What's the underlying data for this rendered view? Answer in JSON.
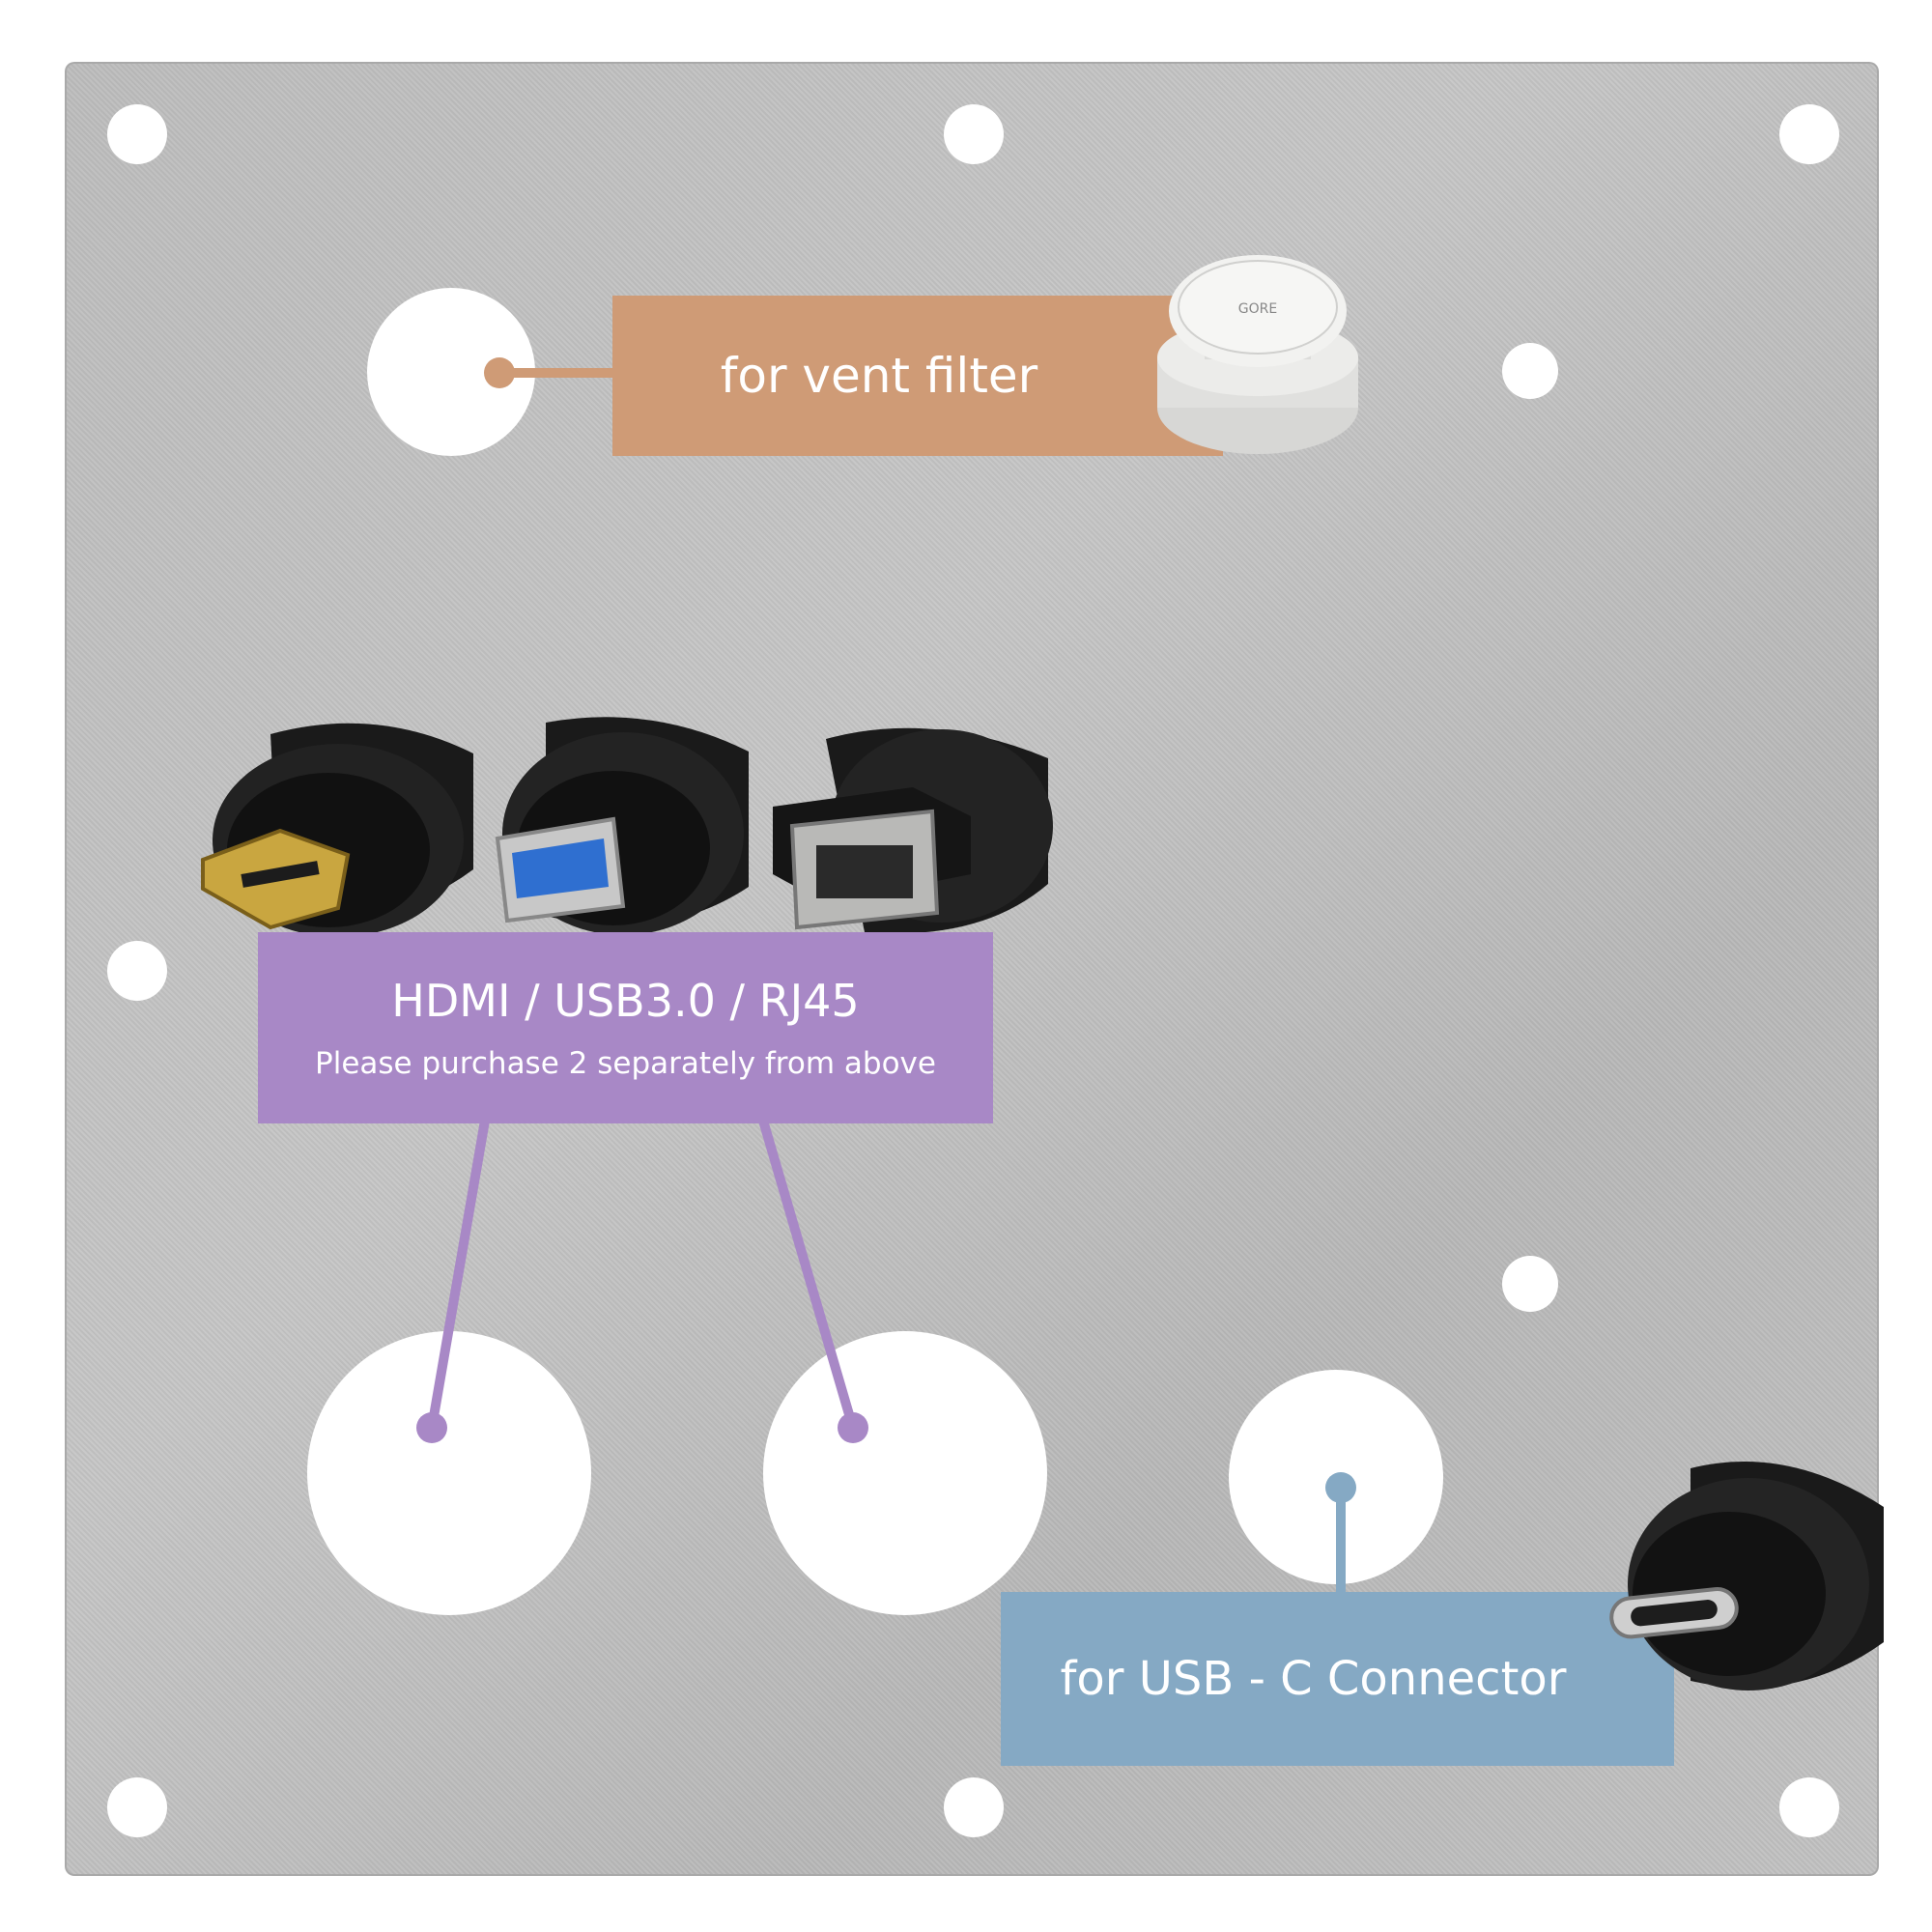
{
  "labels": {
    "vent": {
      "text": "for vent filter",
      "color": "#cf9b76"
    },
    "ports": {
      "title": "HDMI / USB3.0 / RJ45",
      "subtitle": "Please purchase 2 separately from above",
      "color": "#a888c6"
    },
    "usbc": {
      "text": "for USB - C Connector",
      "color": "#85a9c4"
    }
  },
  "plate": {
    "color": "#c0c0c0"
  },
  "vent_filter": {
    "icon": "vent-filter-icon",
    "marking": "GORE"
  },
  "connectors": [
    {
      "icon": "hdmi-connector-icon"
    },
    {
      "icon": "usb3-connector-icon"
    },
    {
      "icon": "rj45-connector-icon"
    },
    {
      "icon": "usbc-connector-icon"
    }
  ]
}
